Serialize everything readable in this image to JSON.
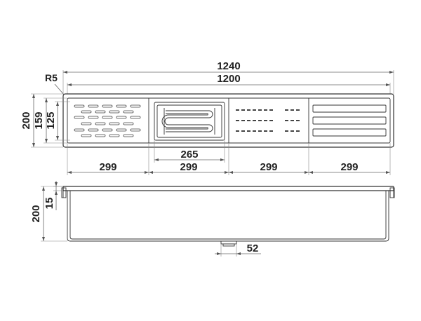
{
  "dimensions": {
    "overall_length": "1240",
    "inner_length": "1200",
    "corner_radius": "R5",
    "overall_width": "200",
    "width_159": "159",
    "width_125": "125",
    "inset_265": "265",
    "section_a": "299",
    "section_b": "299",
    "section_c": "299",
    "section_d": "299",
    "depth": "200",
    "lip": "15",
    "drain": "52"
  }
}
